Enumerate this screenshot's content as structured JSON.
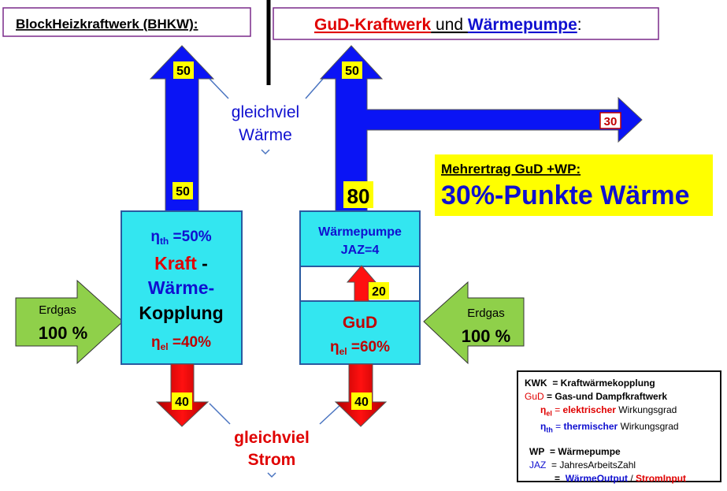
{
  "titles": {
    "left": "BlockHeizkraftwerk (BHKW):",
    "right_part1": "GuD-Kraftwerk",
    "right_part2": " und ",
    "right_part3": "Wärmepumpe",
    "right_part4": ":"
  },
  "left": {
    "arrow_top_value": "50",
    "arrow_mid_value": "50",
    "arrow_bottom_value": "40",
    "box_eta_th": "η",
    "box_eta_th_sub": "th",
    "box_eta_th_val": " =50%",
    "box_kraft": "Kraft",
    "box_dash": " -",
    "box_waerme": "Wärme-",
    "box_kopplung": "Kopplung",
    "box_eta_el": "η",
    "box_eta_el_sub": "el",
    "box_eta_el_val": " =40%",
    "input_label": "Erdgas",
    "input_value": "100 %"
  },
  "center": {
    "heat_line1": "gleichviel",
    "heat_line2": "Wärme",
    "power_line1": "gleichviel",
    "power_line2": "Strom"
  },
  "right": {
    "arrow_top_value": "50",
    "arrow_branch_value": "30",
    "arrow_mid_value": "80",
    "arrow_inner_value": "20",
    "arrow_bottom_value": "40",
    "wp_line1": "Wärmepumpe",
    "wp_line2": "JAZ=4",
    "gud_label": "GuD",
    "gud_eta": "η",
    "gud_eta_sub": "el",
    "gud_eta_val": " =60%",
    "input_label": "Erdgas",
    "input_value": "100 %"
  },
  "highlight": {
    "line1": "Mehrertrag GuD +WP:",
    "line2": "30%-Punkte Wärme"
  },
  "legend": {
    "kwk_abbr": "KWK",
    "kwk_def": "= Kraftwärmekopplung",
    "gud_abbr": "GuD",
    "gud_def": "= Gas-und  Dampfkraftwerk",
    "etael_sym": "η",
    "etael_sub": "el",
    "etael_eq": " = ",
    "etael_word": "elektrischer",
    "etael_rest": " Wirkungsgrad",
    "etath_sym": "η",
    "etath_sub": "th",
    "etath_eq": " = ",
    "etath_word": "thermischer",
    "etath_rest": " Wirkungsgrad",
    "wp_abbr": "WP",
    "wp_def": "= Wärmepumpe",
    "jaz_abbr": "JAZ",
    "jaz_def": "=  JahresArbeitsZahl",
    "ratio_eq": "=",
    "ratio_num": "WärmeOutput",
    "ratio_sep": " / ",
    "ratio_den": "StromInput"
  },
  "colors": {
    "heat_arrow": "#0a14f5",
    "power_arrow": "#ff0000",
    "box_fill": "#33e6f0",
    "gas_arrow": "#8fd04a",
    "highlight_bg": "#ffff00",
    "label_yellow": "#ffff00"
  }
}
